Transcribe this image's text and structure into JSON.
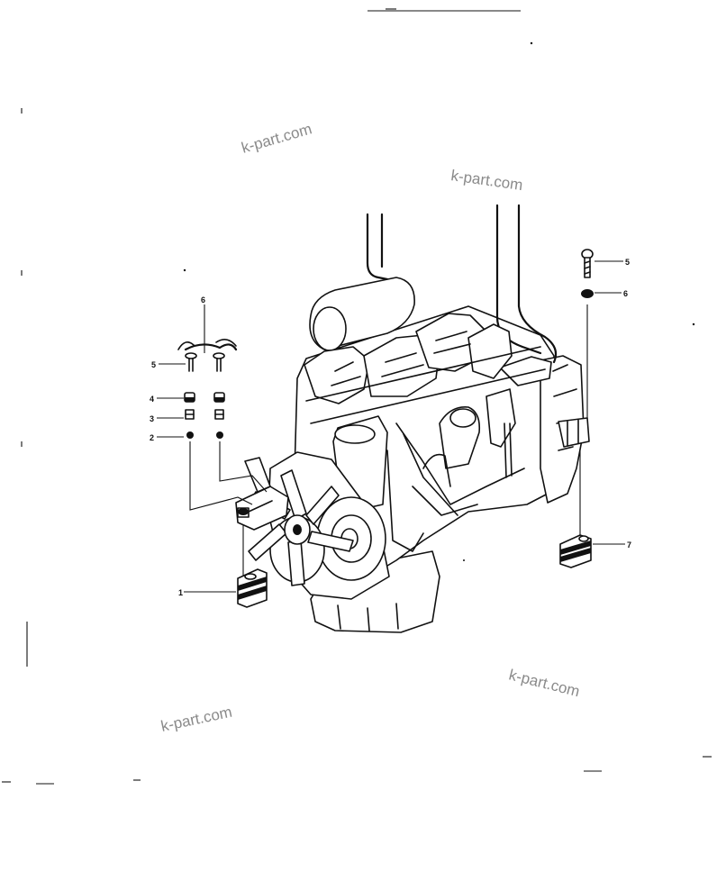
{
  "diagram": {
    "callouts": [
      {
        "id": "c1",
        "label": "1"
      },
      {
        "id": "c2",
        "label": "2"
      },
      {
        "id": "c3",
        "label": "3"
      },
      {
        "id": "c4",
        "label": "4"
      },
      {
        "id": "c5a",
        "label": "5"
      },
      {
        "id": "c6a",
        "label": "6"
      },
      {
        "id": "c5b",
        "label": "5"
      },
      {
        "id": "c6b",
        "label": "6"
      },
      {
        "id": "c7",
        "label": "7"
      }
    ],
    "watermarks": [
      "k-part.com",
      "k-part.com",
      "k-part.com",
      "k-part.com"
    ]
  }
}
